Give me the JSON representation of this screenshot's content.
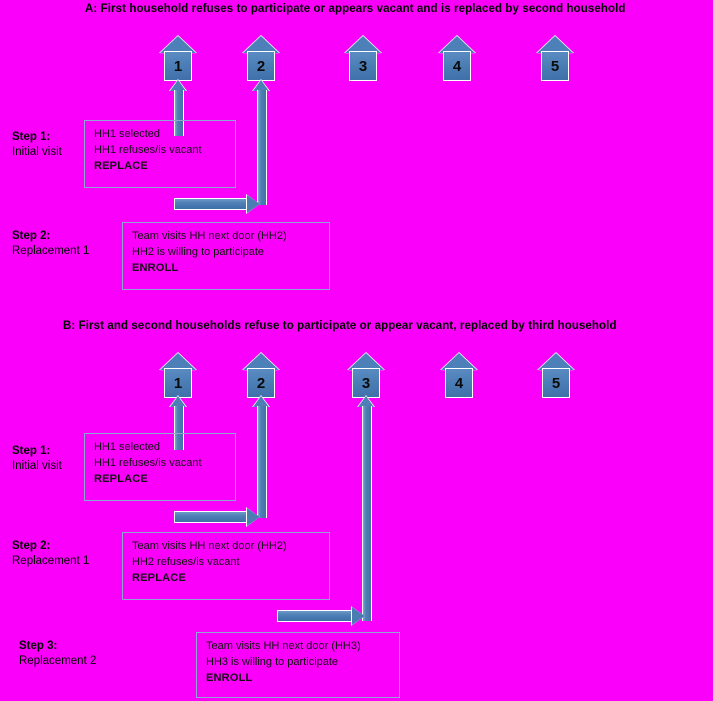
{
  "figure": {
    "background_color": "#FA00FA",
    "accent_color": "#4E7FB5",
    "box_border_color": "#8FA6D4"
  },
  "panels": [
    {
      "id": "A",
      "title": "A: First household refuses to participate or appears vacant and is replaced by second household",
      "houses": [
        {
          "label": "1"
        },
        {
          "label": "2"
        },
        {
          "label": "3"
        },
        {
          "label": "4"
        },
        {
          "label": "5"
        }
      ],
      "steps": [
        {
          "title": "Step 1:",
          "subtitle": "Initial visit",
          "lines": [
            "HH1 selected",
            "HH1 refuses/is vacant",
            "REPLACE"
          ]
        },
        {
          "title": "Step 2:",
          "subtitle": "Replacement 1",
          "lines": [
            "Team visits HH next door (HH2)",
            "HH2 is willing to participate",
            "ENROLL"
          ]
        }
      ]
    },
    {
      "id": "B",
      "title": "B: First and second households refuse to participate or appear vacant, replaced by third household",
      "houses": [
        {
          "label": "1"
        },
        {
          "label": "2"
        },
        {
          "label": "3"
        },
        {
          "label": "4"
        },
        {
          "label": "5"
        }
      ],
      "steps": [
        {
          "title": "Step 1:",
          "subtitle": "Initial visit",
          "lines": [
            "HH1 selected",
            "HH1 refuses/is vacant",
            "REPLACE"
          ]
        },
        {
          "title": "Step 2:",
          "subtitle": "Replacement 1",
          "lines": [
            "Team visits HH next door (HH2)",
            "HH2 refuses/is vacant",
            "REPLACE"
          ]
        },
        {
          "title": "Step 3:",
          "subtitle": "Replacement 2",
          "lines": [
            "Team visits HH next door (HH3)",
            "HH3 is willing to participate",
            "ENROLL"
          ]
        }
      ]
    }
  ]
}
